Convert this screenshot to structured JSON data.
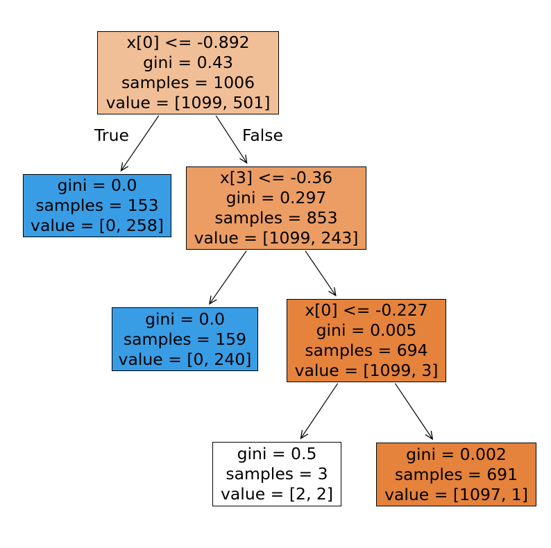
{
  "figure": {
    "background": "#ffffff"
  },
  "style": {
    "edge_color": "#000000",
    "node_border_color": "#000000",
    "text_color": "#000000",
    "class0_color": "#e58139",
    "class1_color": "#399de5"
  },
  "edge_labels": {
    "true_label": "True",
    "false_label": "False"
  },
  "tree": {
    "nodes": [
      {
        "id": 0,
        "split": "x[0] <= -0.892",
        "gini": 0.43,
        "samples": 1006,
        "value": [
          1099,
          501
        ],
        "fill": "#f1bf97",
        "lines": [
          "x[0] <= -0.892",
          "gini = 0.43",
          "samples = 1006",
          "value = [1099, 501]"
        ]
      },
      {
        "id": 1,
        "gini": 0.0,
        "samples": 153,
        "value": [
          0,
          258
        ],
        "fill": "#399de5",
        "lines": [
          "gini = 0.0",
          "samples = 153",
          "value = [0, 258]"
        ]
      },
      {
        "id": 2,
        "split": "x[3] <= -0.36",
        "gini": 0.297,
        "samples": 853,
        "value": [
          1099,
          243
        ],
        "fill": "#ec9d64",
        "lines": [
          "x[3] <= -0.36",
          "gini = 0.297",
          "samples = 853",
          "value = [1099, 243]"
        ]
      },
      {
        "id": 3,
        "gini": 0.0,
        "samples": 159,
        "value": [
          0,
          240
        ],
        "fill": "#399de5",
        "lines": [
          "gini = 0.0",
          "samples = 159",
          "value = [0, 240]"
        ]
      },
      {
        "id": 4,
        "split": "x[0] <= -0.227",
        "gini": 0.005,
        "samples": 694,
        "value": [
          1099,
          3
        ],
        "fill": "#e5833c",
        "lines": [
          "x[0] <= -0.227",
          "gini = 0.005",
          "samples = 694",
          "value = [1099, 3]"
        ]
      },
      {
        "id": 5,
        "gini": 0.5,
        "samples": 3,
        "value": [
          2,
          2
        ],
        "fill": "#ffffff",
        "lines": [
          "gini = 0.5",
          "samples = 3",
          "value = [2, 2]"
        ]
      },
      {
        "id": 6,
        "gini": 0.002,
        "samples": 691,
        "value": [
          1097,
          1
        ],
        "fill": "#e5823b",
        "lines": [
          "gini = 0.002",
          "samples = 691",
          "value = [1097, 1]"
        ]
      }
    ],
    "edges": [
      {
        "from": 0,
        "to": 1,
        "label": "True"
      },
      {
        "from": 0,
        "to": 2,
        "label": "False"
      },
      {
        "from": 2,
        "to": 3
      },
      {
        "from": 2,
        "to": 4
      },
      {
        "from": 4,
        "to": 5
      },
      {
        "from": 4,
        "to": 6
      }
    ]
  }
}
